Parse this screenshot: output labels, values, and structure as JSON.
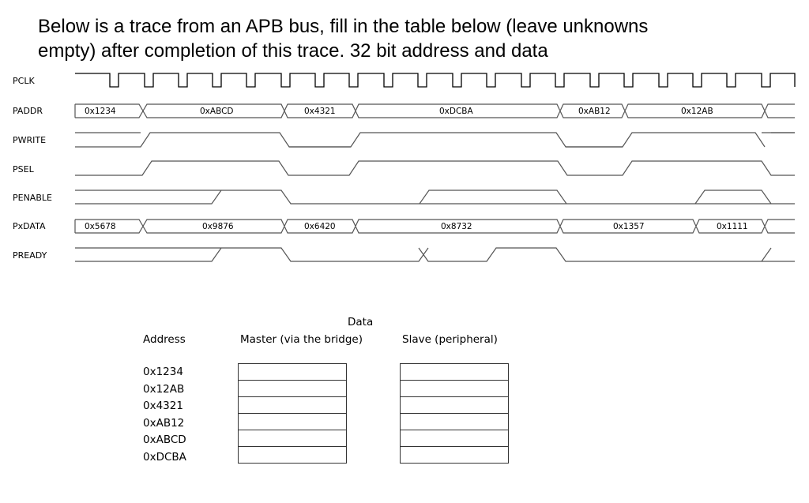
{
  "question": {
    "line1": "Below is a trace from an APB bus, fill in the table below (leave unknowns",
    "line2": "empty) after completion of this trace. 32 bit address and data"
  },
  "signals": {
    "pclk": "PCLK",
    "paddr": "PADDR",
    "pwrite": "PWRITE",
    "psel": "PSEL",
    "penable": "PENABLE",
    "pxdata": "PxDATA",
    "pready": "PREADY"
  },
  "paddr_values": [
    "0x1234",
    "0xABCD",
    "0x4321",
    "0xDCBA",
    "0xAB12",
    "0x12AB"
  ],
  "pxdata_values": [
    "0x5678",
    "0x9876",
    "0x6420",
    "0x8732",
    "0x1357",
    "0x1111"
  ],
  "table": {
    "data_header": "Data",
    "address_header": "Address",
    "master_header": "Master (via the bridge)",
    "slave_header": "Slave (peripheral)",
    "addresses": [
      "0x1234",
      "0x12AB",
      "0x4321",
      "0xAB12",
      "0xABCD",
      "0xDCBA"
    ]
  }
}
